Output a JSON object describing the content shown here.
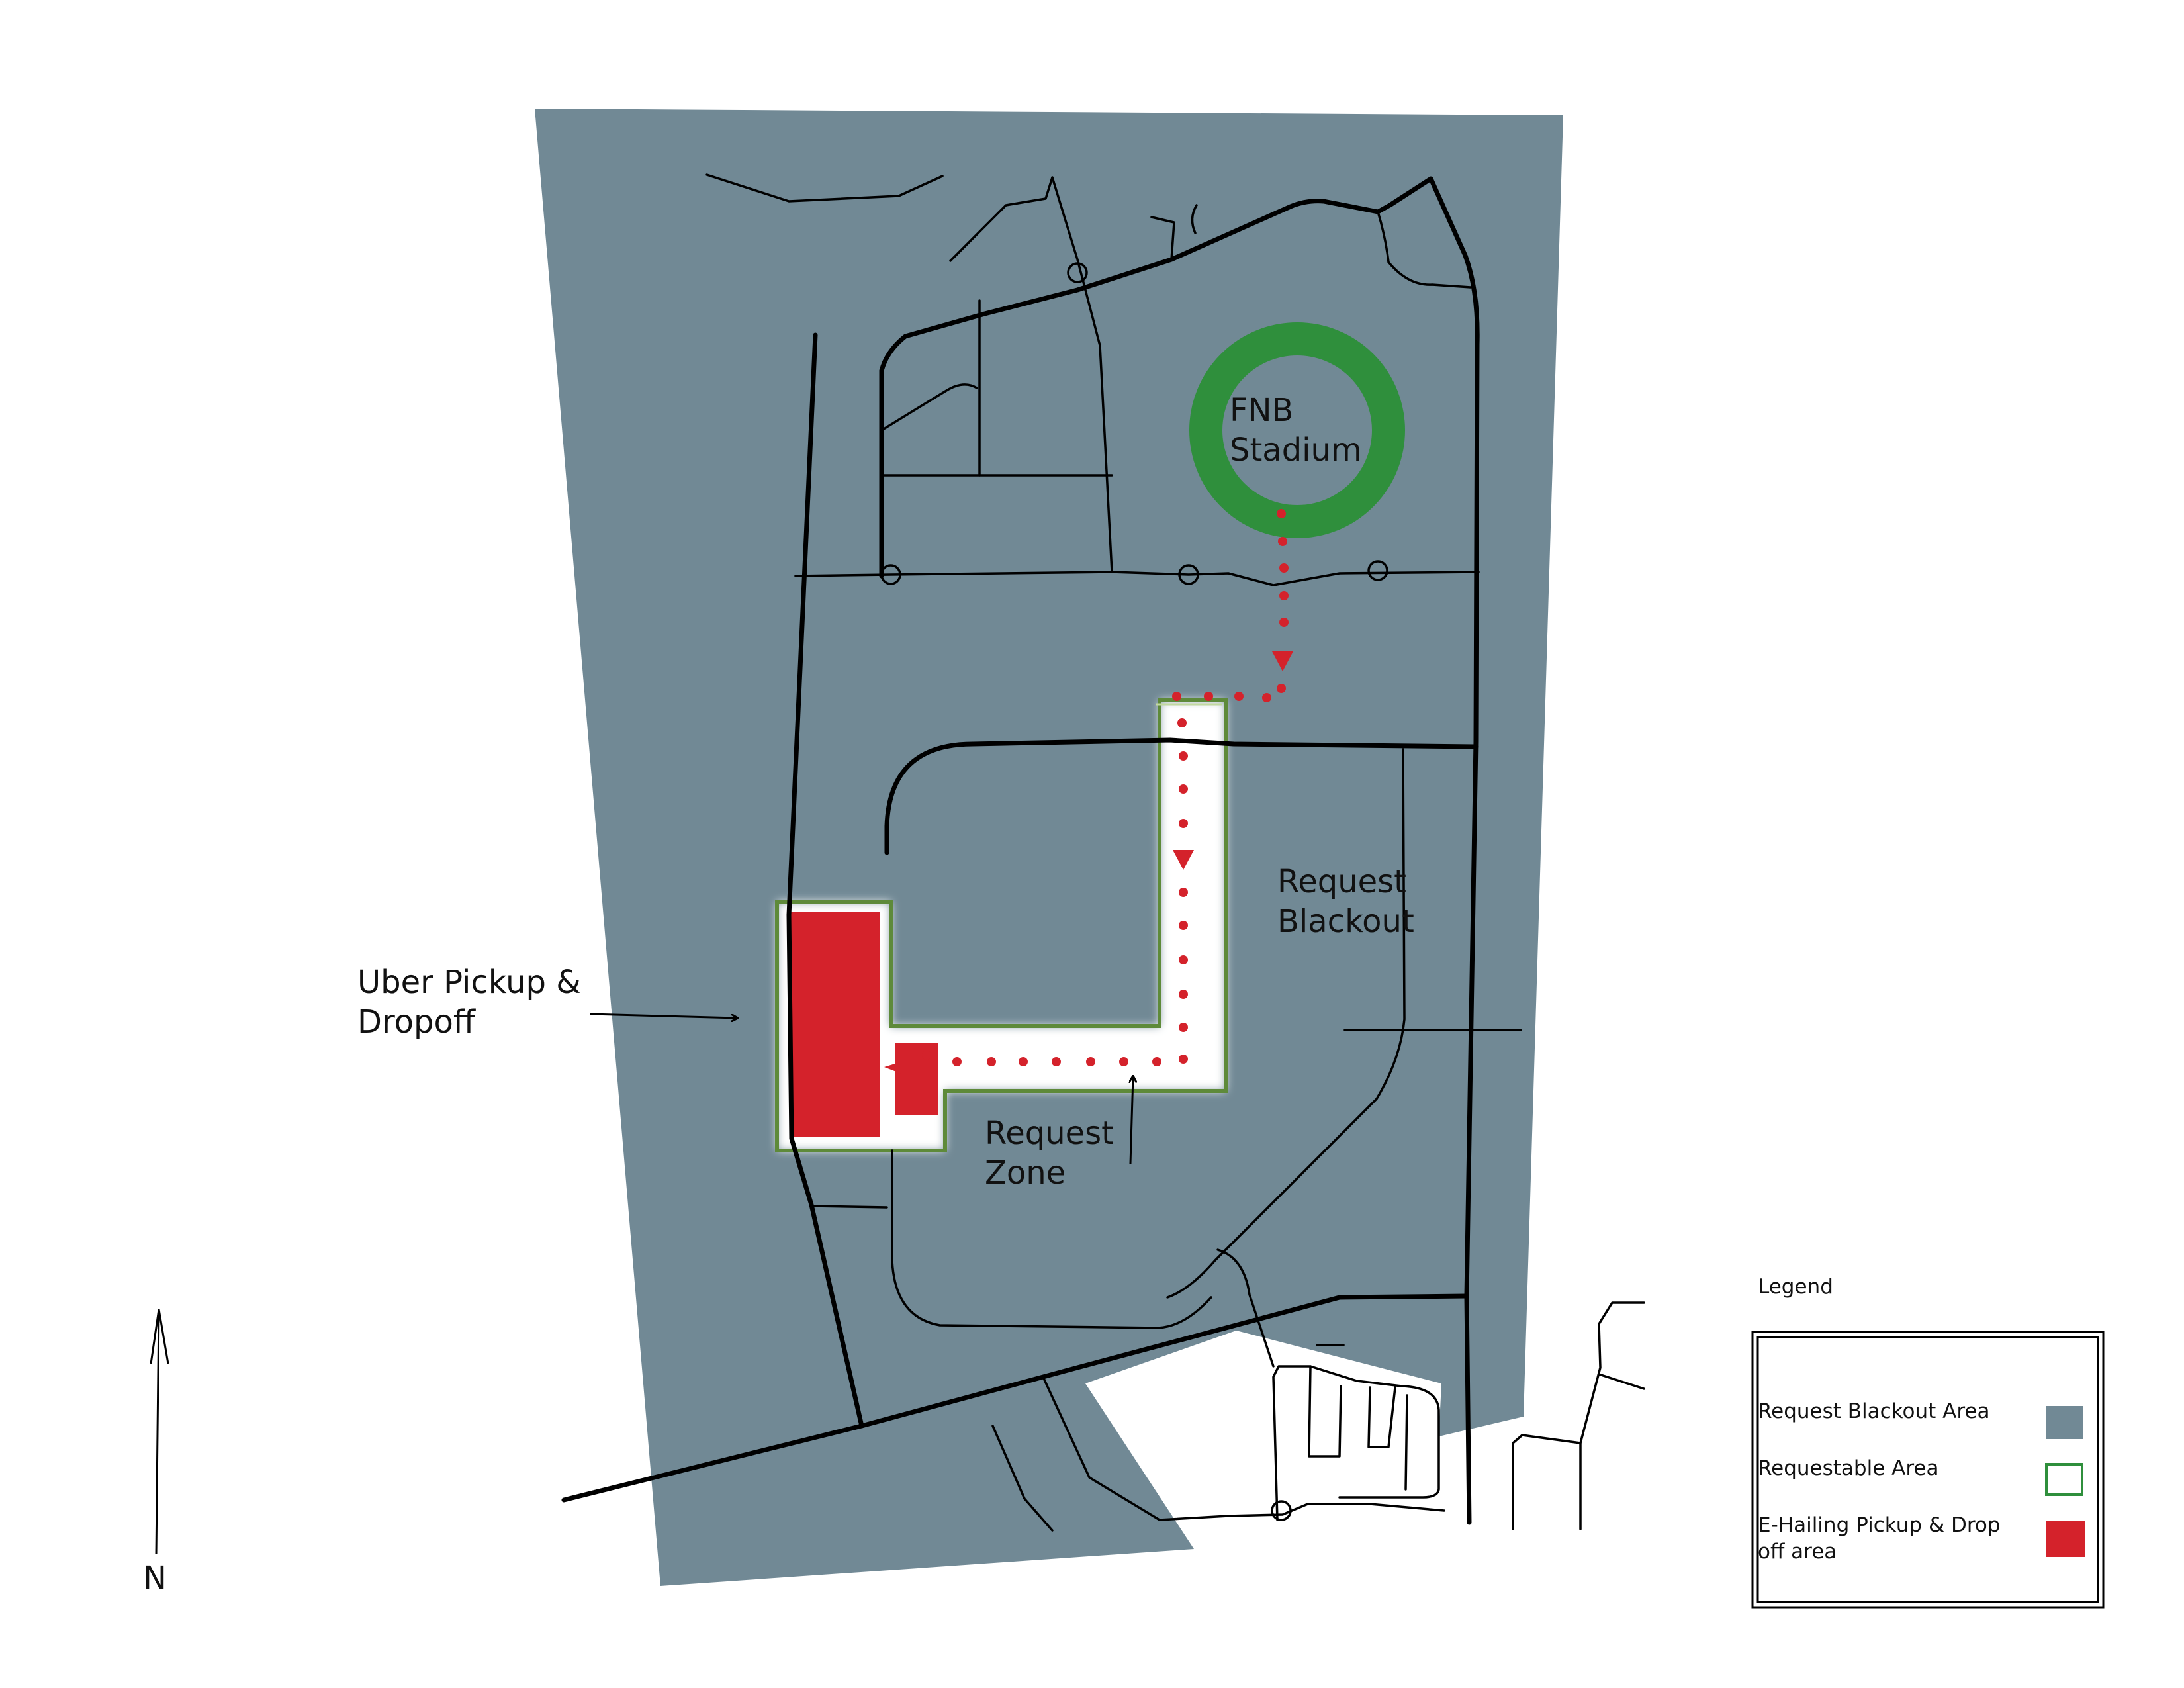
{
  "labels": {
    "stadium_line1": "FNB",
    "stadium_line2": "Stadium",
    "blackout_line1": "Request",
    "blackout_line2": "Blackout",
    "uber_line1": "Uber Pickup &",
    "uber_line2": "Dropoff",
    "zone_line1": "Request",
    "zone_line2": "Zone",
    "north": "N"
  },
  "legend": {
    "title": "Legend",
    "items": [
      {
        "label": "Request Blackout  Area",
        "swatch": "blackout"
      },
      {
        "label": "Requestable  Area",
        "swatch": "requestable"
      },
      {
        "label_line1": "E-Hailing Pickup & Drop",
        "label_line2": "off area",
        "swatch": "pickup"
      }
    ]
  },
  "colors": {
    "blackout_fill": "#718995",
    "requestable_outline": "#5e8a3a",
    "pickup_fill": "#d4222b",
    "stadium_ring": "#2f8f3c",
    "route_dots": "#d4222b",
    "roads": "#000000"
  }
}
